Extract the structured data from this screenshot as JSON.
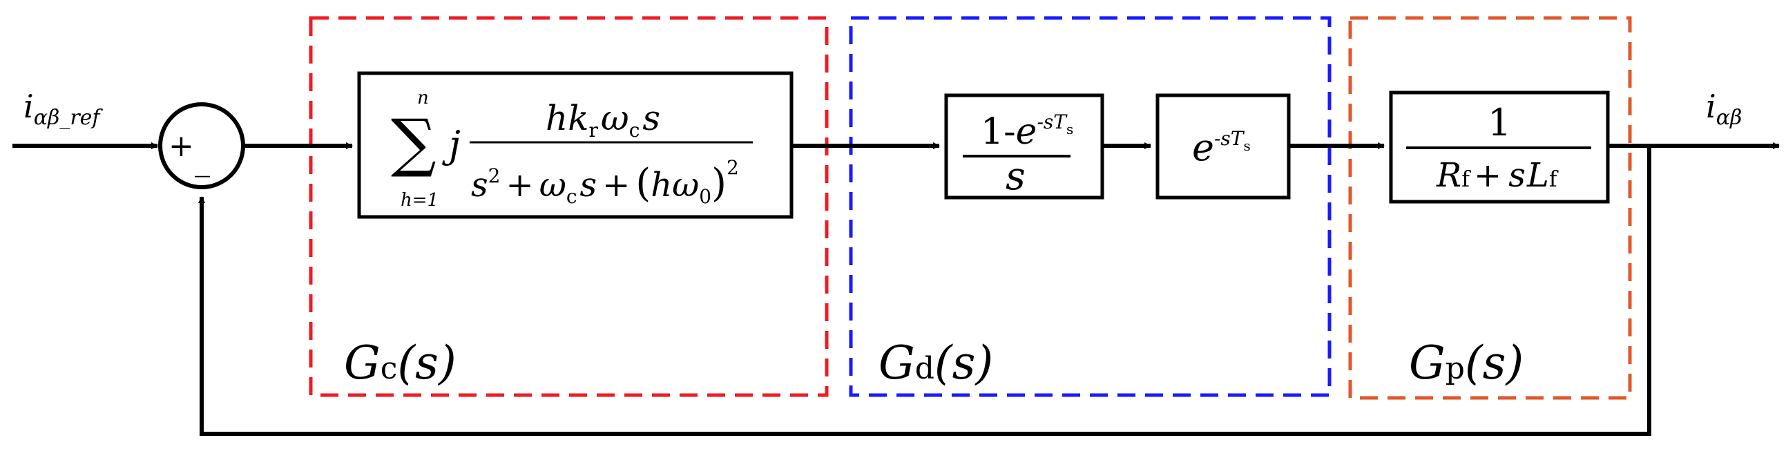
{
  "signals": {
    "input": {
      "main": "i",
      "sub": "αβ_ref"
    },
    "output": {
      "main": "i",
      "sub": "αβ"
    }
  },
  "summing_junction": {
    "plus": "+",
    "minus": "_"
  },
  "controller": {
    "label": {
      "main": "G",
      "sub": "c",
      "arg": "(s)"
    },
    "sum_upper": "n",
    "sum_lower": "h=1",
    "sum_symbol": "∑",
    "coef": "j",
    "numerator": {
      "h": "h",
      "k": "k",
      "k_sub": "r",
      "w": "ω",
      "w_sub": "c",
      "s": "s"
    },
    "denominator": {
      "s1": "s",
      "exp2": "2",
      "plus1": "+",
      "w": "ω",
      "w_sub": "c",
      "s2": "s",
      "plus2": "+",
      "open": "(",
      "h": "h",
      "w0": "ω",
      "w0_sub": "0",
      "close": ")",
      "exp2b": "2"
    }
  },
  "zoh_block": {
    "numerator": {
      "one": "1-",
      "e": "e",
      "exp": "-sT",
      "exp_sub": "s"
    },
    "denominator": "s"
  },
  "delay_block": {
    "e": "e",
    "exp": "-sT",
    "exp_sub": "s"
  },
  "delay_label": {
    "main": "G",
    "sub": "d",
    "arg": "(s)"
  },
  "plant_block": {
    "numerator": "1",
    "denominator": {
      "R": "R",
      "R_sub": "f",
      "plus": "+",
      "s": "s",
      "L": "L",
      "L_sub": "f"
    }
  },
  "plant_label": {
    "main": "G",
    "sub": "p",
    "arg": "(s)"
  },
  "colors": {
    "controller_box": "#ee1c24",
    "delay_box": "#1a1aff",
    "plant_box": "#e0582a",
    "lines": "#000000"
  }
}
